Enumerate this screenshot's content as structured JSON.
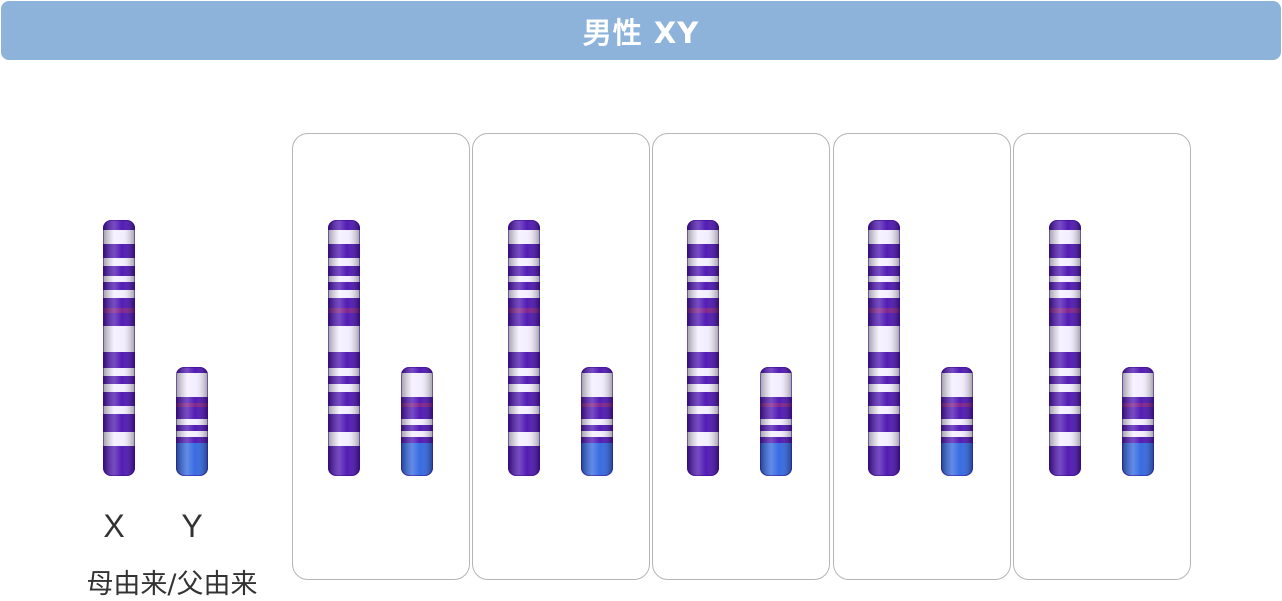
{
  "header": {
    "title": "男性 XY"
  },
  "labels": {
    "x": "X",
    "y": "Y",
    "origin": "母由来/父由来"
  },
  "colors": {
    "header_bg": "#8eb3db",
    "dark_band": "#4a10b0",
    "light_band": "#f3eeff",
    "centromere": "#7a1a8a",
    "y_q_arm": "#2e64e0"
  },
  "diagram": {
    "pair_count_total": 6,
    "boxed_pair_count": 5
  }
}
